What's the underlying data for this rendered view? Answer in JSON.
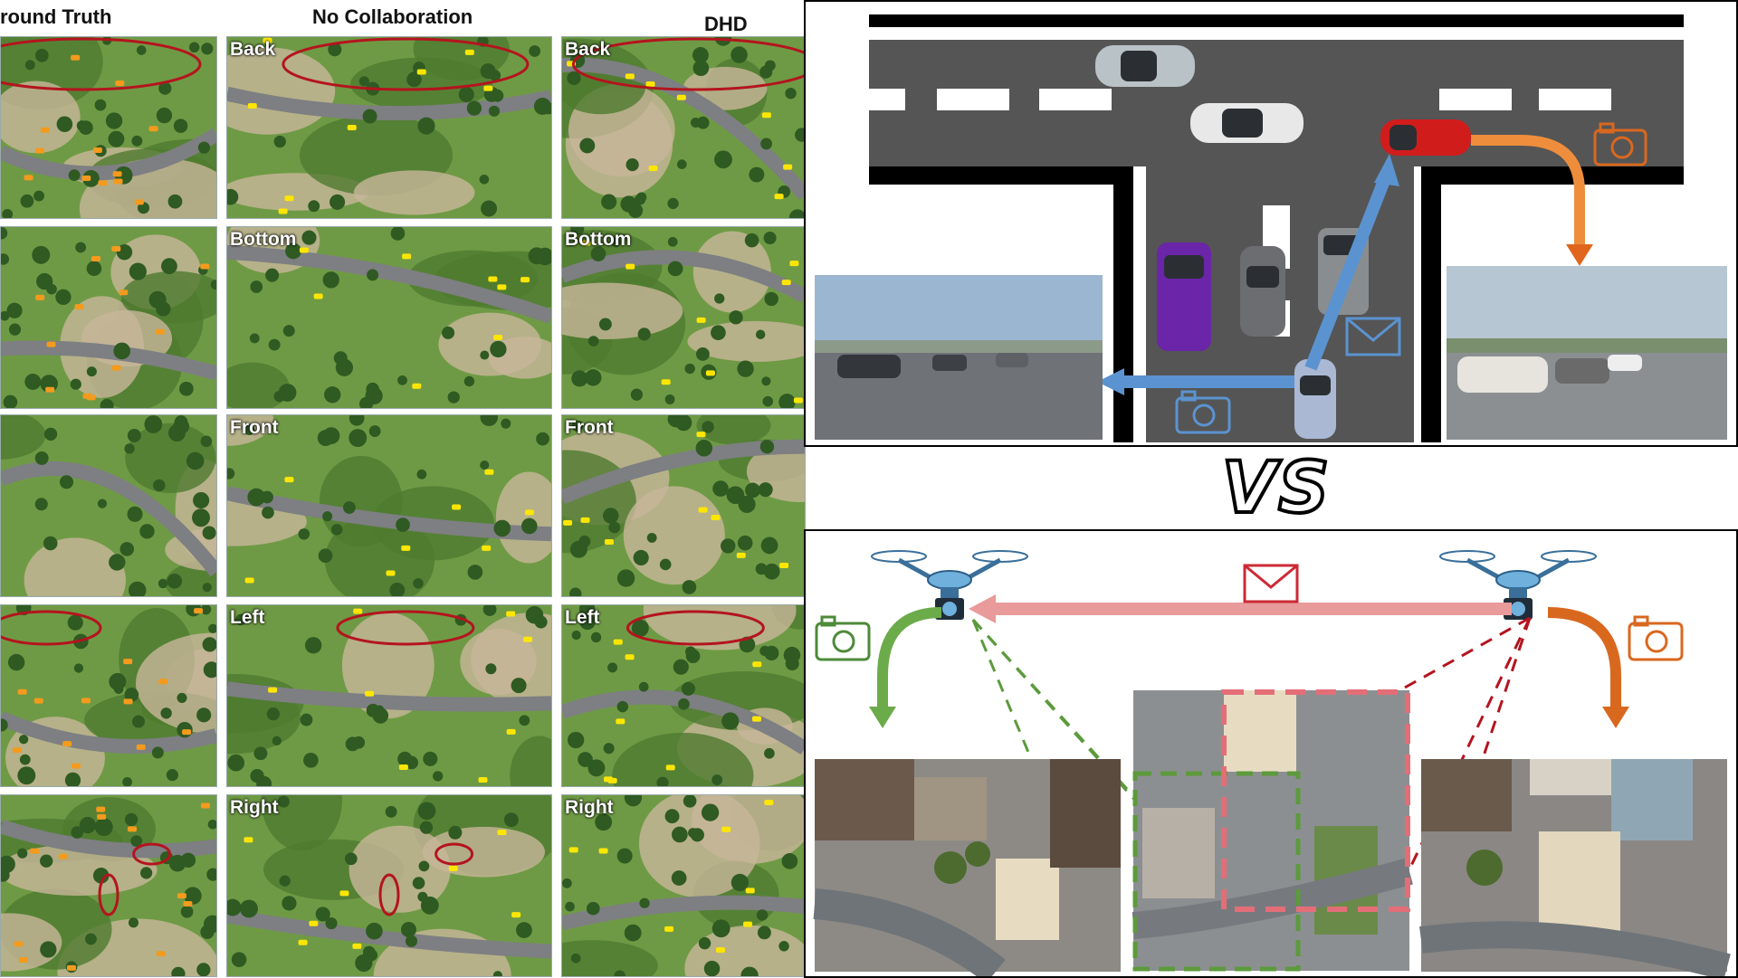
{
  "left_grid": {
    "columns": [
      "round Truth",
      "No Collaboration",
      "DHD"
    ],
    "views": [
      "Back",
      "Bottom",
      "Front",
      "Left",
      "Right"
    ]
  },
  "divider_text": "VS",
  "colors": {
    "ground_truth_marks": "#f49a1c",
    "prediction_marks": "#ffe600",
    "highlight_ellipse": "#b4141e",
    "vehicle_link": "#5b93d0",
    "drone_link": "#e99a9a",
    "local_view": "#6cab4a",
    "remote_view": "#d9681f"
  },
  "icons": [
    "camera-icon",
    "envelope-icon",
    "drone-icon",
    "car-icon"
  ]
}
